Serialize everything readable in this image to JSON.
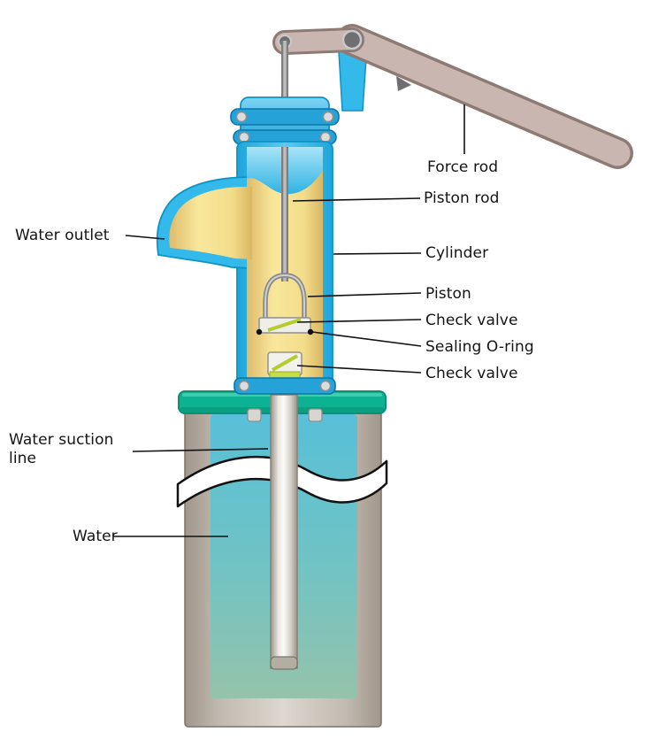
{
  "diagram": {
    "labels": {
      "force_rod": "Force rod",
      "piston_rod": "Piston rod",
      "cylinder": "Cylinder",
      "piston": "Piston",
      "check_valve_upper": "Check valve",
      "sealing_o_ring": "Sealing O-ring",
      "check_valve_lower": "Check valve",
      "water_outlet": "Water outlet",
      "water_suction_line": "Water suction line",
      "water": "Water"
    },
    "colors": {
      "pump_blue": "#33b9ea",
      "pump_blue_dark": "#0f93c6",
      "body_yellow": "#f6dd8a",
      "handle_pink": "#c9b6b0",
      "handle_outline": "#8d7a74",
      "platform_green": "#0db293",
      "platform_green_dark": "#089175",
      "well_water_teal": "#57c0d8",
      "casing_tan": "#b0a69b",
      "pipe_gray": "#cfcabf",
      "valve_green": "#c6dd49",
      "label_color": "#141414"
    }
  }
}
